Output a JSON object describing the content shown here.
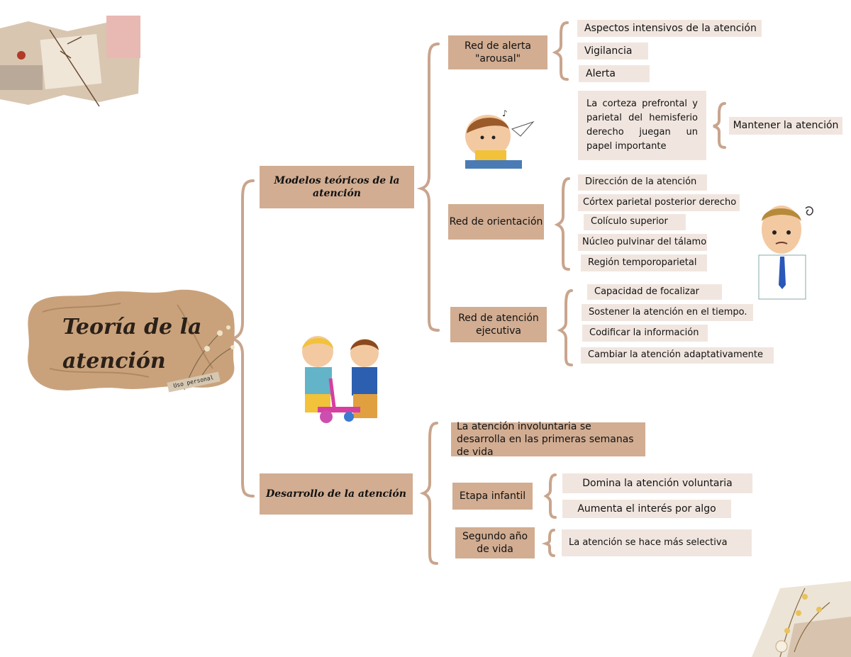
{
  "title": "Teoría de la atención",
  "tag": "Uso personal",
  "branch_models": "Modelos teóricos de la atención",
  "branch_development": "Desarrollo de la atención",
  "models": {
    "alert": {
      "label": "Red de alerta \"arousal\"",
      "items": [
        "Aspectos intensivos de la atención",
        "Vigilancia",
        "Alerta"
      ]
    },
    "cortex_text": "La corteza prefrontal y parietal del hemisferio derecho juegan un papel importante",
    "cortex_result": "Mantener la atención",
    "orientation": {
      "label": "Red de orientación",
      "items": [
        "Dirección de la atención",
        "Córtex parietal posterior derecho",
        "Colículo superior",
        "Núcleo pulvinar del tálamo",
        "Región temporoparietal"
      ]
    },
    "executive": {
      "label": "Red de atención ejecutiva",
      "items": [
        "Capacidad de focalizar",
        "Sostener la atención en el tiempo.",
        "Codificar la información",
        "Cambiar la atención adaptativamente"
      ]
    }
  },
  "development": {
    "involuntary": "La atención involuntaria se desarrolla en las primeras semanas de vida",
    "infant": {
      "label": "Etapa infantil",
      "items": [
        "Domina la atención voluntaria",
        "Aumenta el interés por algo"
      ]
    },
    "second_year": {
      "label": "Segundo año de vida",
      "items": [
        "La atención se hace más selectiva"
      ]
    }
  },
  "colors": {
    "bracket": "#c9a58d",
    "box_dark": "#d2ad92",
    "box_light": "#f1e6df"
  }
}
